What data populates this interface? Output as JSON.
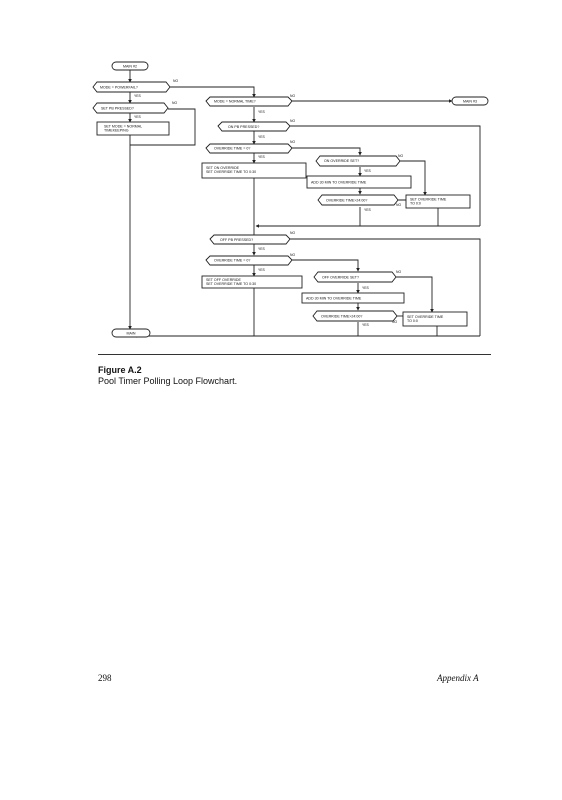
{
  "figure": {
    "nodes": {
      "start": "MAIN #2",
      "mode_powerfail": "MODE = POWERFAIL?",
      "set_pb_pressed": "SET PB PRESSED?",
      "set_mode_normal": "SET MODE = NORMAL\nTIMEKEEPING",
      "mode_normal": "MODE = NORMAL TIME?",
      "main3": "MAIN #3",
      "on_pb_pressed": "ON PB PRESSED?",
      "override_time_0": "OVERRIDE TIME = 0?",
      "set_on_override": "SET ON OVERRIDE\nSET OVERRIDE TIME TO 0:30",
      "on_override_set": "ON OVERRIDE SET?",
      "add_30_min_1": "ADD 30 MIN TO OVERRIDE TIME",
      "override_gt_1": "OVERRIDE TIME>24:00?",
      "set_override_time_1": "SET OVERRIDE TIME\nTO 0:0",
      "off_pb_pressed": "OFF PB PRESSED?",
      "override_time_0_b": "OVERRIDE TIME = 0?",
      "set_off_override": "SET OFF OVERRIDE\nSET OVERRIDE TIME TO 0:30",
      "off_override_set": "OFF OVERRIDE SET?",
      "add_30_min_2": "ADD 30 MIN TO OVERRIDE TIME",
      "override_gt_2": "OVERRIDE TIME>24:00?",
      "set_override_time_2": "SET OVERRIDE TIME\nTO 0:0",
      "end": "MAIN"
    },
    "labels": {
      "yes": "YES",
      "no": "NO"
    }
  },
  "caption": {
    "title": "Figure A.2",
    "text": "Pool Timer Polling Loop Flowchart."
  },
  "footer": {
    "page_number": "298",
    "section": "Appendix A"
  }
}
